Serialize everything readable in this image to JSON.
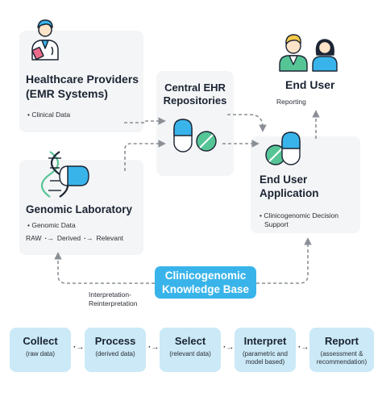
{
  "nodes": {
    "healthcare": {
      "title_line1": "Healthcare Providers",
      "title_line2": "(EMR Systems)",
      "detail": "• Clinical Data"
    },
    "central_ehr": {
      "title_line1": "Central EHR",
      "title_line2": "Repositories"
    },
    "end_user": {
      "title": "End User",
      "detail": "Reporting"
    },
    "genomic_lab": {
      "title": "Genomic Laboratory",
      "detail": "• Genomic Data",
      "flow": [
        "RAW",
        "Derived",
        "Relevant"
      ]
    },
    "end_user_app": {
      "title_line1": "End User",
      "title_line2": "Application",
      "detail_line1": "• Clinicogenomic Decision",
      "detail_line2": "Support"
    },
    "knowledge_base": {
      "title_line1": "Clinicogenomic",
      "title_line2": "Knowledge Base"
    },
    "interpretation_label": {
      "line1": "Interpretation-",
      "line2": "Reinterpretation"
    }
  },
  "steps": [
    {
      "title": "Collect",
      "sub_line1": "(raw data)",
      "sub_line2": ""
    },
    {
      "title": "Process",
      "sub_line1": "(derived data)",
      "sub_line2": ""
    },
    {
      "title": "Select",
      "sub_line1": "(relevant data)",
      "sub_line2": ""
    },
    {
      "title": "Interpret",
      "sub_line1": "(parametric and",
      "sub_line2": "model based)"
    },
    {
      "title": "Report",
      "sub_line1": "(assessment &",
      "sub_line2": "recommendation)"
    }
  ],
  "colors": {
    "accent_blue": "#39b4ea",
    "card_bg": "#f4f5f6",
    "step_bg": "#cbe9f6",
    "green": "#56c596",
    "navy": "#1b2433"
  }
}
